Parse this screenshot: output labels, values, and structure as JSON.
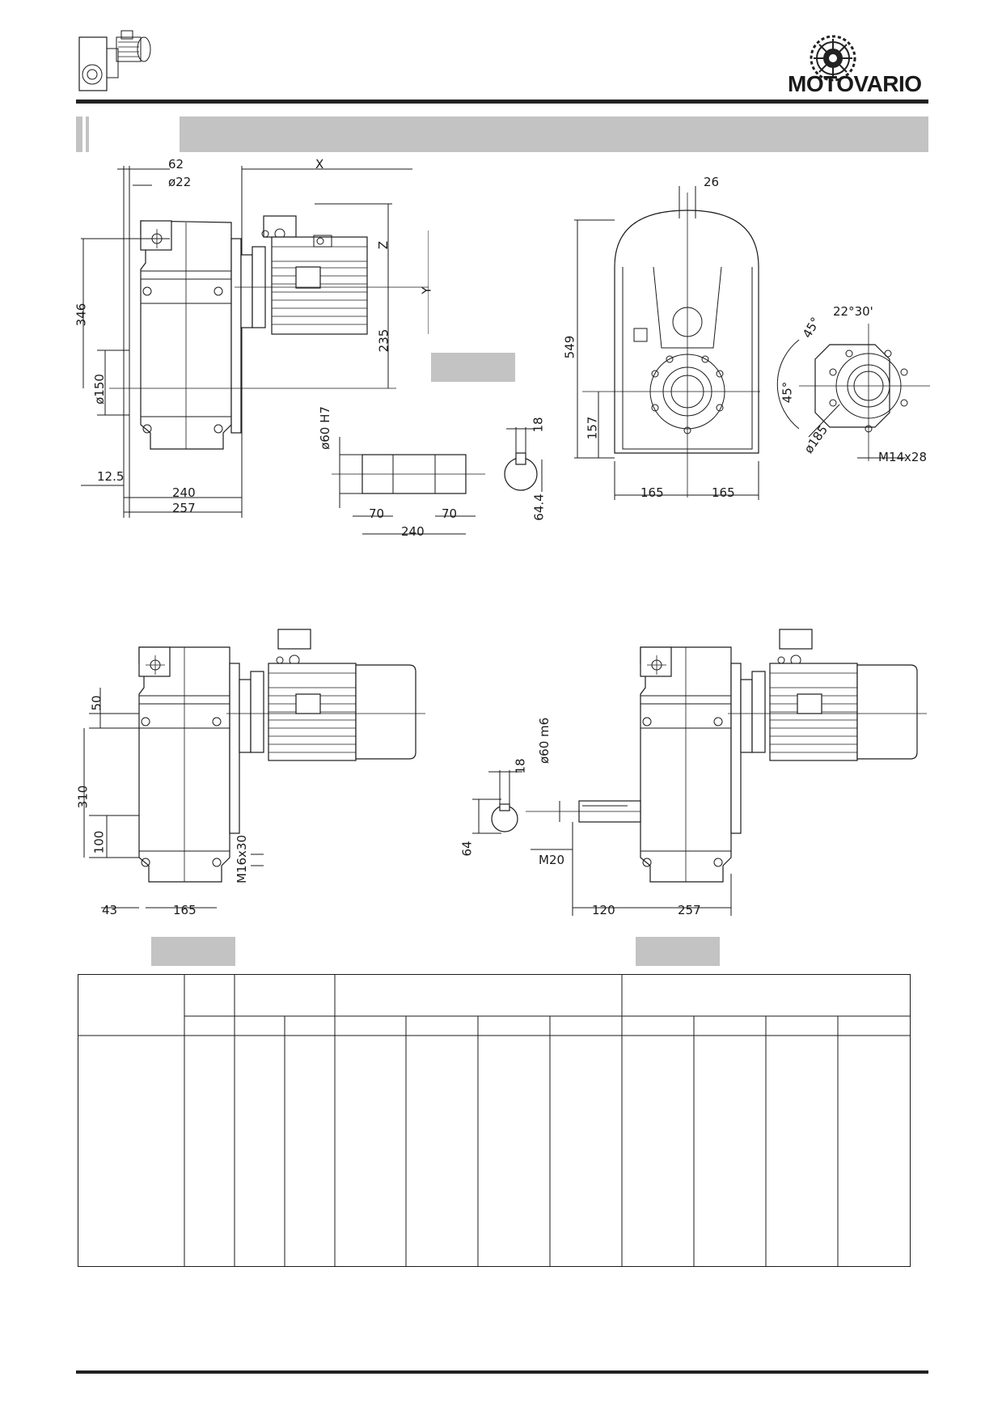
{
  "brand": {
    "name": "MOTOVARIO"
  },
  "icons": {
    "logo": "motovario-emblem-icon",
    "product": "gearmotor-thumbnail-icon"
  },
  "colors": {
    "band": "#c3c3c3",
    "line": "#1a1a1a"
  },
  "view_top_left": {
    "dims": {
      "d1": "62",
      "d2": "ø22",
      "d3": "X",
      "d4": "Z",
      "d5": "Y",
      "d6": "346",
      "d7": "235",
      "d8": "ø150",
      "d9": "12.5",
      "d10": "240",
      "d11": "257"
    }
  },
  "view_hollow_shaft": {
    "dims": {
      "bore": "ø60 H7",
      "key": "18",
      "depth": "64.4",
      "l1": "70",
      "l2": "70",
      "len": "240"
    }
  },
  "view_front": {
    "dims": {
      "top": "26",
      "height": "549",
      "axis": "157",
      "w1": "165",
      "w2": "165"
    }
  },
  "view_flange": {
    "dims": {
      "angle_a": "45°",
      "angle_b": "22°30'",
      "angle_c": "45°",
      "pcd": "ø185",
      "thread": "M14x28"
    }
  },
  "view_bottom_left": {
    "dims": {
      "d1": "50",
      "d2": "310",
      "d3": "100",
      "d4": "43",
      "d5": "165",
      "d6": "M16x30"
    }
  },
  "view_bottom_right": {
    "dims": {
      "key": "18",
      "shaft": "ø60 m6",
      "height": "64",
      "thread": "M20",
      "d1": "120",
      "d2": "257"
    }
  }
}
